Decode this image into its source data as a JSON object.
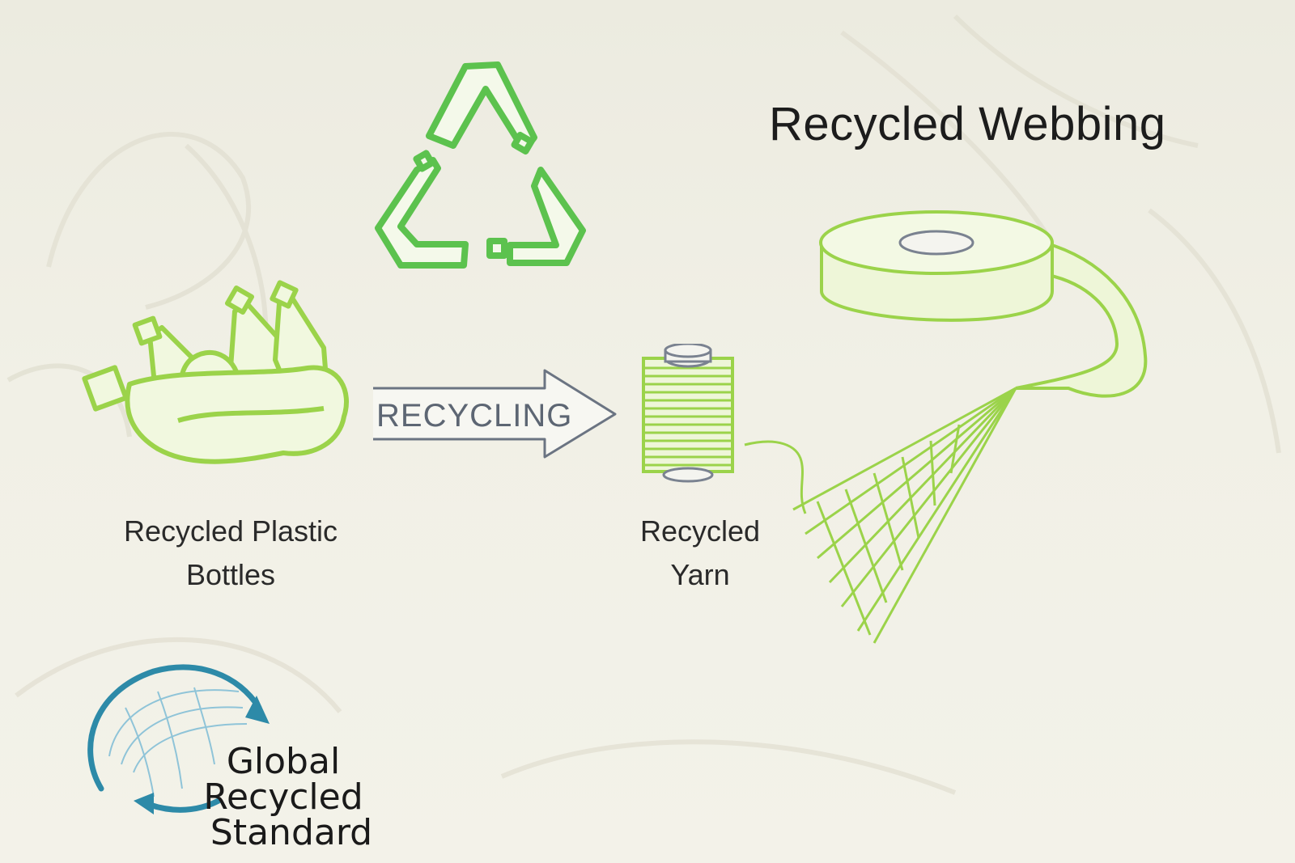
{
  "title": "Recycled Webbing",
  "steps": {
    "bottles": {
      "line1": "Recycled Plastic",
      "line2": "Bottles",
      "icon": "plastic-bottles-icon"
    },
    "process": {
      "label": "RECYCLING",
      "icon": "right-arrow-icon"
    },
    "yarn": {
      "line1": "Recycled",
      "line2": "Yarn",
      "icon": "yarn-spool-icon"
    },
    "webbing": {
      "icon": "webbing-roll-icon"
    }
  },
  "recycle_symbol": {
    "icon": "recycle-bottles-icon"
  },
  "certification": {
    "line1": "Global Recycled",
    "line2": "Standard",
    "icon": "globe-arrows-icon"
  },
  "colors": {
    "green": "#5cc24e",
    "light_green": "#9bd34a",
    "fill_green": "#f1f8df",
    "arrow_gray": "#6b7482",
    "grs_blue": "#2d8aa8",
    "background": "#efeee4"
  }
}
